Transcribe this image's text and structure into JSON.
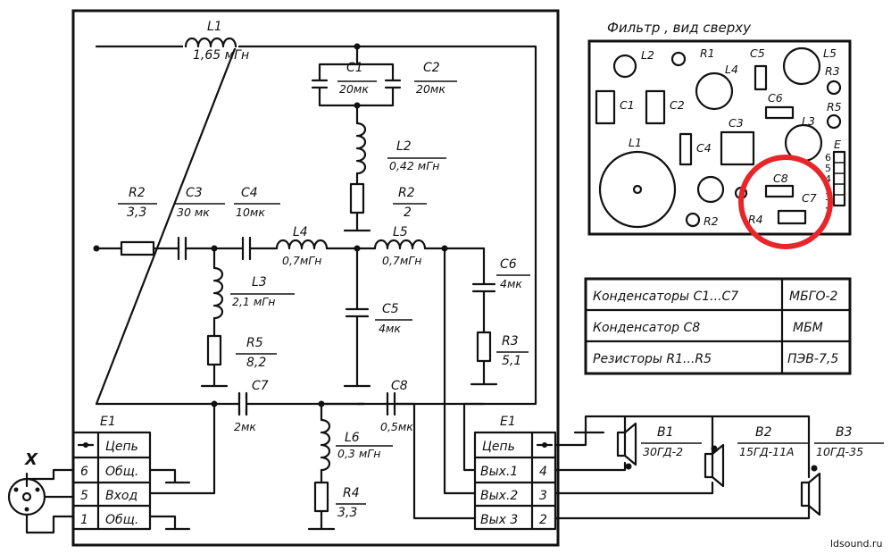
{
  "schematic": {
    "components": {
      "L1": {
        "name": "L1",
        "value": "1,65 мГн"
      },
      "C1": {
        "name": "C1",
        "value": "20мк"
      },
      "C2": {
        "name": "C2",
        "value": "20мк"
      },
      "L2": {
        "name": "L2",
        "value": "0,42 мГн"
      },
      "R2a": {
        "name": "R2",
        "value": "2"
      },
      "R2b": {
        "name": "R2",
        "value": "3,3"
      },
      "C3": {
        "name": "C3",
        "value": "30 мк"
      },
      "C4": {
        "name": "C4",
        "value": "10мк"
      },
      "L4": {
        "name": "L4",
        "value": "0,7мГн"
      },
      "L5": {
        "name": "L5",
        "value": "0,7мГн"
      },
      "C6": {
        "name": "C6",
        "value": "4мк"
      },
      "L3": {
        "name": "L3",
        "value": "2,1 мГн"
      },
      "C5": {
        "name": "C5",
        "value": "4мк"
      },
      "R5": {
        "name": "R5",
        "value": "8,2"
      },
      "R3": {
        "name": "R3",
        "value": "5,1"
      },
      "C7": {
        "name": "C7",
        "value": "2мк"
      },
      "C8": {
        "name": "C8",
        "value": "0,5мк"
      },
      "L6": {
        "name": "L6",
        "value": "0,3 мГн"
      },
      "R4": {
        "name": "R4",
        "value": "3,3"
      }
    },
    "connector_in": {
      "title": "E1",
      "header": "Цепь",
      "rows": [
        {
          "pin": "6",
          "label": "Общ."
        },
        {
          "pin": "5",
          "label": "Вход"
        },
        {
          "pin": "1",
          "label": "Общ."
        }
      ],
      "plug_label": "X"
    },
    "connector_out": {
      "title": "E1",
      "header": "Цепь",
      "rows": [
        {
          "pin": "4",
          "label": "Вых.1"
        },
        {
          "pin": "3",
          "label": "Вых.2"
        },
        {
          "pin": "2",
          "label": "Вых 3"
        }
      ]
    },
    "speakers": [
      {
        "name": "B1",
        "model": "30ГД-2"
      },
      {
        "name": "B2",
        "model": "15ГД-11А"
      },
      {
        "name": "B3",
        "model": "10ГД-35"
      }
    ]
  },
  "board": {
    "title": "Фильтр , вид сверху",
    "labels": {
      "L2": "L2",
      "R1": "R1",
      "C5": "C5",
      "L5": "L5",
      "L4": "L4",
      "R3": "R3",
      "C1": "C1",
      "C2": "C2",
      "C6": "C6",
      "R5": "R5",
      "C3": "C3",
      "L3": "L3",
      "L1": "L1",
      "C4": "C4",
      "E": "E",
      "C8": "C8",
      "C7": "C7",
      "R2": "R2",
      "R4": "R4"
    },
    "pins": [
      "6",
      "5",
      "4",
      "3",
      "2"
    ],
    "highlight_color": "#e8262a"
  },
  "parts_table": {
    "rows": [
      {
        "item": "Конденсаторы  C1...C7",
        "type": "МБГО-2"
      },
      {
        "item": "Конденсатор  C8",
        "type": "МБМ"
      },
      {
        "item": "Резисторы  R1...R5",
        "type": "ПЭВ-7,5"
      }
    ]
  },
  "watermark": "ldsound.ru"
}
